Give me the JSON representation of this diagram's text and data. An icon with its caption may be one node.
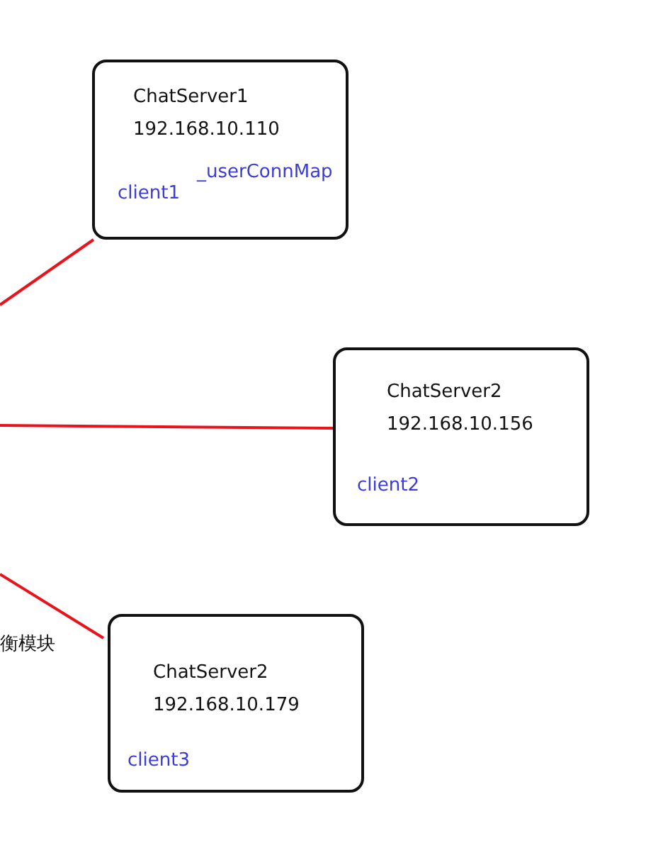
{
  "diagram": {
    "nodes": [
      {
        "text": [
          "ChatServer1",
          "192.168.10.110",
          "client1",
          "_userConnMap"
        ]
      },
      {
        "text": [
          "ChatServer2",
          "192.168.10.156",
          "client2"
        ]
      },
      {
        "text": [
          "ChatServer2",
          "192.168.10.179",
          "client3"
        ]
      }
    ],
    "edges": [
      {
        "from": null,
        "to": 0,
        "arrow": "none"
      },
      {
        "from": null,
        "to": 1,
        "arrow": "none"
      },
      {
        "from": null,
        "to": 2,
        "arrow": "none"
      }
    ],
    "labels": [
      "衡模块"
    ]
  }
}
